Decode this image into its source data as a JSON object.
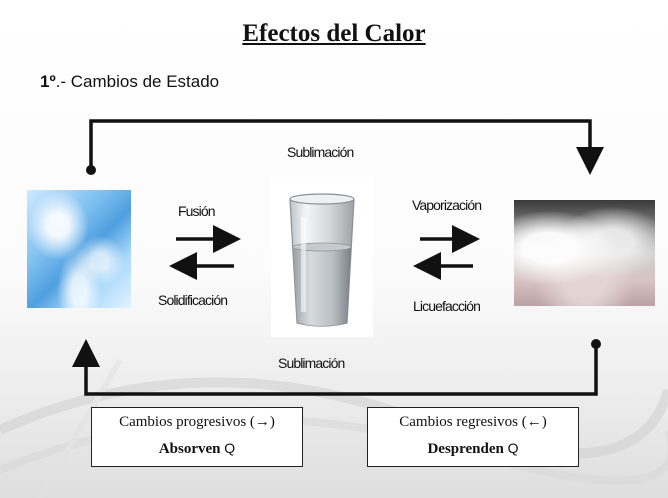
{
  "title": "Efectos del Calor",
  "subtitle": {
    "number": "1º",
    "text": ".- Cambios de Estado"
  },
  "diagram": {
    "top_label": "Sublimación",
    "bottom_label": "Sublimación",
    "left_forward": "Fusión",
    "left_backward": "Solidificación",
    "right_forward": "Vaporización",
    "right_backward": "Licuefacción",
    "states": [
      "ice-image",
      "water-glass-image",
      "vapor-image"
    ]
  },
  "boxes": {
    "progressive": {
      "heading": "Cambios progresivos (→)",
      "action": "Absorven",
      "q": "Q"
    },
    "regressive": {
      "heading": "Cambios regresivos (←)",
      "action": "Desprenden",
      "q": "Q"
    }
  }
}
